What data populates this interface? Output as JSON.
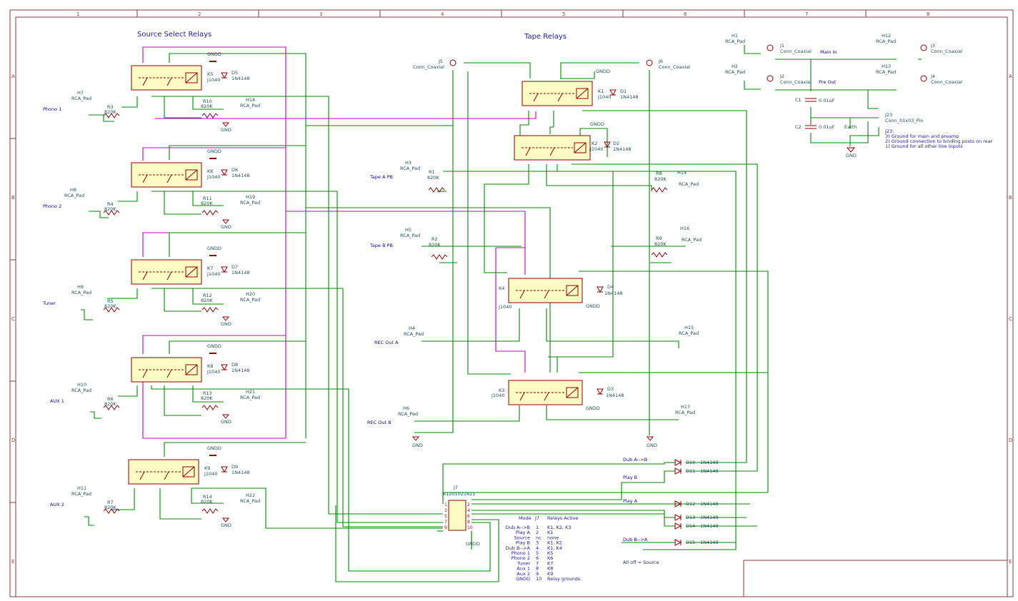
{
  "sheet": {
    "columns": [
      "1",
      "2",
      "3",
      "4",
      "5",
      "6",
      "7",
      "8"
    ],
    "rows": [
      "A",
      "B",
      "C",
      "D",
      "E"
    ]
  },
  "titles": {
    "source_select": "Source Select Relays",
    "tape_relays": "Tape Relays"
  },
  "source_relays": [
    {
      "relay": "K5",
      "part": "J1040",
      "diode": "D5",
      "diode_part": "1N4148",
      "in_pad": "H7",
      "res_in": "R3",
      "res_out": "R10",
      "out_pad": "H18",
      "res_val": "820K",
      "label": "Phono 1"
    },
    {
      "relay": "K6",
      "part": "J1040",
      "diode": "D6",
      "diode_part": "1N4148",
      "in_pad": "H8",
      "res_in": "R4",
      "res_out": "R11",
      "out_pad": "H19",
      "res_val": "820K",
      "label": "Phono 2"
    },
    {
      "relay": "K7",
      "part": "J1040",
      "diode": "D7",
      "diode_part": "1N4148",
      "in_pad": "H9",
      "res_in": "R5",
      "res_out": "R12",
      "out_pad": "H20",
      "res_val": "820K",
      "label": "Tuner"
    },
    {
      "relay": "K8",
      "part": "J1040",
      "diode": "D8",
      "diode_part": "1N4148",
      "in_pad": "H10",
      "res_in": "R6",
      "res_out": "R13",
      "out_pad": "H21",
      "res_val": "820K",
      "label": "AUX 1"
    },
    {
      "relay": "K9",
      "part": "J1040",
      "diode": "D9",
      "diode_part": "1N4148",
      "in_pad": "H11",
      "res_in": "R7",
      "res_out": "R14",
      "out_pad": "H22",
      "res_val": "820K",
      "label": "AUX 2"
    }
  ],
  "common": {
    "rca_pad": "RCA_Pad",
    "gndd": "GNDD",
    "gnd": "GND",
    "coax": "Conn_Coaxial",
    "earth": "Earth"
  },
  "tape": {
    "j5": "J5",
    "j6": "J6",
    "k1": {
      "ref": "K1",
      "part": "J1040",
      "diode": "D1",
      "diode_part": "1N4148"
    },
    "k2": {
      "ref": "K2",
      "part": "J1040",
      "diode": "D2",
      "diode_part": "1N4148"
    },
    "k3": {
      "ref": "K3",
      "part": "J1040",
      "diode": "D3",
      "diode_part": "1N4148"
    },
    "k4": {
      "ref": "K4",
      "part": "J1040",
      "diode": "D4",
      "diode_part": "1N4148"
    },
    "inputs": [
      {
        "pad": "H3",
        "res": "R1",
        "val": "820K",
        "label": "Tape A PB"
      },
      {
        "pad": "H5",
        "res": "R2",
        "val": "820K",
        "label": "Tape B PB"
      },
      {
        "pad": "H4",
        "label": "REC Out A"
      },
      {
        "pad": "H6",
        "label": "REC Out B"
      }
    ],
    "outputs": [
      {
        "pad": "H14",
        "res": "R8",
        "val": "820K"
      },
      {
        "pad": "H16",
        "res": "R9",
        "val": "820K"
      },
      {
        "pad": "H15"
      },
      {
        "pad": "H17"
      }
    ]
  },
  "connectors": {
    "h1": "H1",
    "h2": "H2",
    "h12": "H12",
    "h13": "H13",
    "j1": "J1",
    "j2": "J2",
    "j3": "J3",
    "j4": "J4",
    "main_in": "Main In",
    "pre_out": "Pre Out",
    "c1": "C1",
    "c1_val": "0.01uF",
    "c2": "C2",
    "c2_val": "0.01uF",
    "j23": "J23",
    "j23_part": "Conn_01x03_Pin",
    "j23_notes": [
      "J23:",
      "3) Ground for main and preamp",
      "2) Ground connection to binding posts on rear",
      "1) Ground for all other line inputs"
    ]
  },
  "j7": {
    "ref": "J7",
    "part": "61201021621",
    "pins_left": [
      "1",
      "3",
      "5",
      "7",
      "9"
    ],
    "pins_right": [
      "2",
      "4",
      "6",
      "8",
      "10"
    ]
  },
  "diodes": [
    {
      "net": "Dub A-->B",
      "ref": "D10",
      "part": "1N4148"
    },
    {
      "net": "",
      "ref": "D11",
      "part": "1N4148"
    },
    {
      "net": "Play B",
      "ref": "",
      "part": ""
    },
    {
      "net": "Play A",
      "ref": "D12",
      "part": "1N4148"
    },
    {
      "net": "",
      "ref": "D13",
      "part": "1N4148"
    },
    {
      "net": "",
      "ref": "D14",
      "part": "1N4148"
    },
    {
      "net": "Dub B-->A",
      "ref": "D15",
      "part": "1N4148"
    }
  ],
  "mode_table": {
    "headers": [
      "Mode",
      "J7",
      "Relays Active"
    ],
    "rows": [
      [
        "Dub A-->B",
        "1",
        "K1, K2, K3"
      ],
      [
        "Play A",
        "2",
        "K1"
      ],
      [
        "Source",
        "nc",
        "none"
      ],
      [
        "Play B",
        "3",
        "K1, K2"
      ],
      [
        "Dub B-->A",
        "4",
        "K1, K4"
      ],
      [
        "Phono 1",
        "5",
        "K5"
      ],
      [
        "Phono 2",
        "6",
        "K6"
      ],
      [
        "Tuner",
        "7",
        "K7"
      ],
      [
        "Aux 1",
        "8",
        "K8"
      ],
      [
        "Aux 2",
        "9",
        "K9"
      ],
      [
        "GNDD",
        "10",
        "Relay grounds"
      ]
    ],
    "note": "All off = Source"
  }
}
